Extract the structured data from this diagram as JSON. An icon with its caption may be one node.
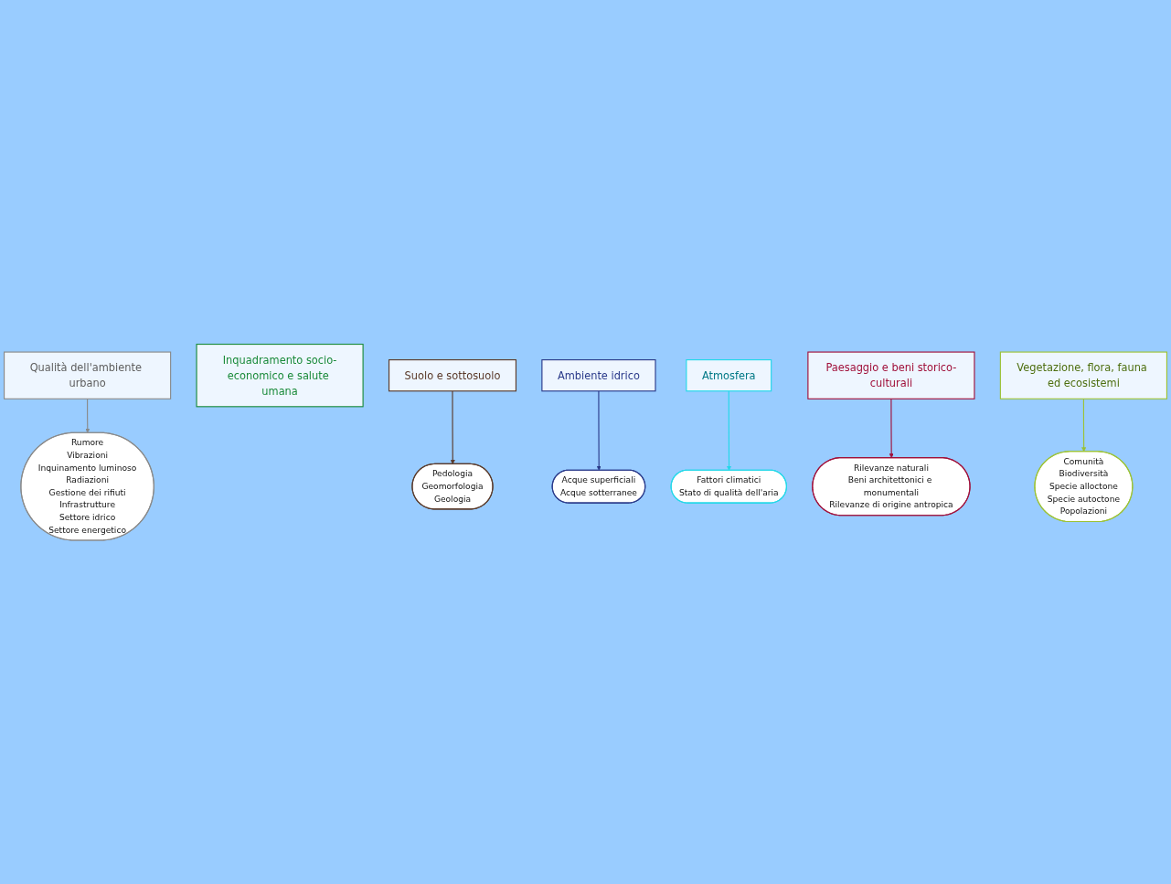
{
  "diagram": {
    "nodes": [
      {
        "text": [
          "Qualità dell'ambiente urbano"
        ]
      },
      {
        "text": [
          "Rumore",
          "Vibrazioni",
          "Inquinamento luminoso",
          "Radiazioni",
          "Gestione dei rifiuti",
          "Infrastrutture",
          "Settore idrico",
          "Settore energetico"
        ]
      },
      {
        "text": [
          "Inquadramento socio-economico e salute umana"
        ]
      },
      {
        "text": [
          "Suolo e sottosuolo"
        ]
      },
      {
        "text": [
          "Pedologia",
          "Geomorfologia",
          "Geologia"
        ]
      },
      {
        "text": [
          "Ambiente idrico"
        ]
      },
      {
        "text": [
          "Acque superficiali",
          "Acque sotterranee"
        ]
      },
      {
        "text": [
          "Atmosfera"
        ]
      },
      {
        "text": [
          "Fattori climatici",
          "Stato di qualità dell'aria"
        ]
      },
      {
        "text": [
          "Paesaggio e beni storico-culturali"
        ]
      },
      {
        "text": [
          "Rilevanze naturali",
          "Beni architettonici e monumentali",
          "Rilevanze di origine antropica"
        ]
      },
      {
        "text": [
          "Vegetazione, flora, fauna ed ecosistemi"
        ]
      },
      {
        "text": [
          "Comunità",
          "Biodiversità",
          "Specie alloctone",
          "Specie autoctone",
          "Popolazioni"
        ]
      }
    ],
    "edges": [
      {
        "from": 0,
        "to": 1,
        "arrow": "to",
        "color": "#8a8a8a"
      },
      {
        "from": 3,
        "to": 4,
        "arrow": "to",
        "color": "#5a3a2a"
      },
      {
        "from": 5,
        "to": 6,
        "arrow": "to",
        "color": "#2a3a8a"
      },
      {
        "from": 7,
        "to": 8,
        "arrow": "to",
        "color": "#22d8e8"
      },
      {
        "from": 9,
        "to": 10,
        "arrow": "to",
        "color": "#a0103a"
      },
      {
        "from": 11,
        "to": 12,
        "arrow": "to",
        "color": "#9cc234"
      }
    ]
  }
}
